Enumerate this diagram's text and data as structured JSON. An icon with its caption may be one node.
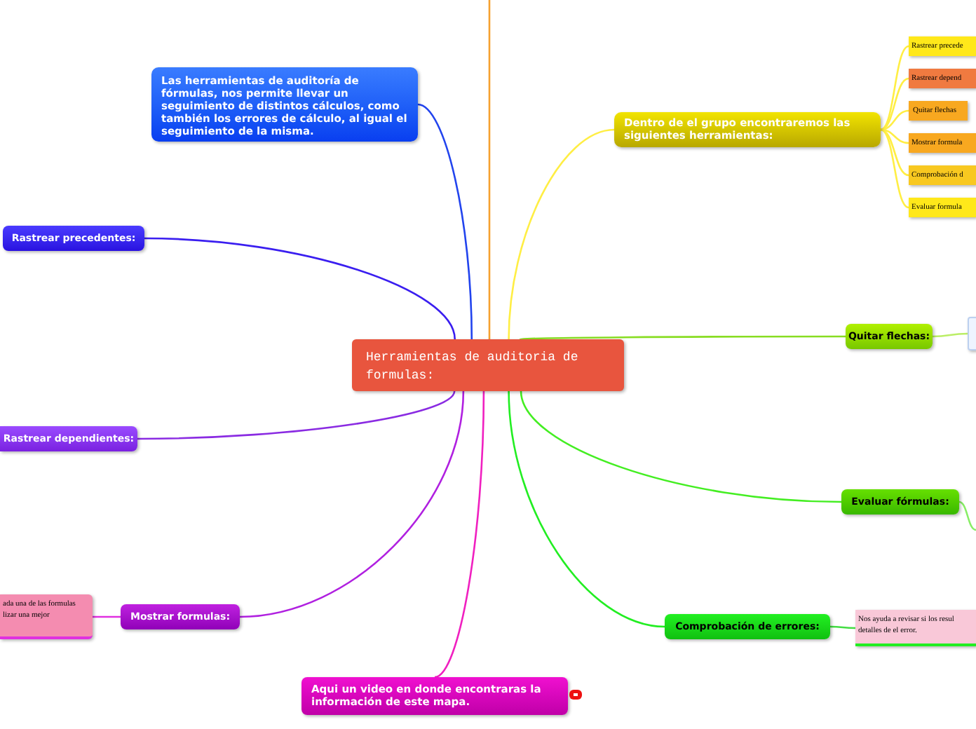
{
  "diagram": {
    "nodes": [
      {
        "text": [
          "Herramientas de auditoria de formulas:"
        ]
      },
      {
        "text": [
          "Las herramientas de auditoría de fórmulas, nos permite llevar un seguimiento de distintos cálculos, como también los errores de  cálculo, al igual el seguimiento de la misma."
        ]
      },
      {
        "text": [
          "Dentro de el grupo encontraremos las siguientes herramientas:"
        ]
      },
      {
        "text": [
          "Rastrear precede"
        ]
      },
      {
        "text": [
          "Rastrear depend"
        ]
      },
      {
        "text": [
          "Quitar flechas"
        ]
      },
      {
        "text": [
          "Mostrar formula"
        ]
      },
      {
        "text": [
          "Comprobación d"
        ]
      },
      {
        "text": [
          "Evaluar formula"
        ]
      },
      {
        "text": [
          "Rastrear precedentes:"
        ]
      },
      {
        "text": [
          "Rastrear dependientes:"
        ]
      },
      {
        "text": [
          "Mostrar formulas:"
        ]
      },
      {
        "text": [
          "ada una de las formulas lizar una mejor"
        ]
      },
      {
        "text": [
          "Aqui un video en donde encontraras la información de este mapa."
        ]
      },
      {
        "text": [
          "Quitar flechas:"
        ]
      },
      {
        "text": [],
        "shape": "box"
      },
      {
        "text": [
          "Evaluar fórmulas:"
        ]
      },
      {
        "text": [
          "Comprobación de errores:"
        ]
      },
      {
        "text": [
          "Nos ayuda a revisar si los resul detalles de el error."
        ]
      }
    ],
    "edges": [
      {
        "from": 0,
        "to": 1,
        "arrow": "none",
        "color": "#2244ee"
      },
      {
        "from": 0,
        "to": 2,
        "arrow": "none",
        "color": "#ffee44"
      },
      {
        "from": 2,
        "to": 3,
        "arrow": "none",
        "color": "#ffee44"
      },
      {
        "from": 2,
        "to": 4,
        "arrow": "none",
        "color": "#ffee44"
      },
      {
        "from": 2,
        "to": 5,
        "arrow": "none",
        "color": "#ffee44"
      },
      {
        "from": 2,
        "to": 6,
        "arrow": "none",
        "color": "#ffee44"
      },
      {
        "from": 2,
        "to": 7,
        "arrow": "none",
        "color": "#ffee44"
      },
      {
        "from": 2,
        "to": 8,
        "arrow": "none",
        "color": "#ffee44"
      },
      {
        "from": 0,
        "to": 9,
        "arrow": "none",
        "color": "#3a1ef0"
      },
      {
        "from": 0,
        "to": 10,
        "arrow": "none",
        "color": "#8a2be2"
      },
      {
        "from": 0,
        "to": 11,
        "arrow": "none",
        "color": "#b020e0"
      },
      {
        "from": 11,
        "to": 12,
        "arrow": "none",
        "color": "#e030e0"
      },
      {
        "from": 0,
        "to": 13,
        "arrow": "none",
        "color": "#f020c0"
      },
      {
        "from": 0,
        "to": 14,
        "arrow": "none",
        "color": "#88dd22"
      },
      {
        "from": 14,
        "to": 15,
        "arrow": "none",
        "color": "#bbee66"
      },
      {
        "from": 0,
        "to": 16,
        "arrow": "none",
        "color": "#44ee22"
      },
      {
        "from": 16,
        "to": null,
        "arrow": "none",
        "color": "#88ee66"
      },
      {
        "from": 0,
        "to": 17,
        "arrow": "none",
        "color": "#22ee22"
      },
      {
        "from": 17,
        "to": 18,
        "arrow": "none",
        "color": "#44dd44"
      },
      {
        "from": null,
        "to": 0,
        "arrow": "none",
        "color": "#f5a030"
      }
    ]
  }
}
